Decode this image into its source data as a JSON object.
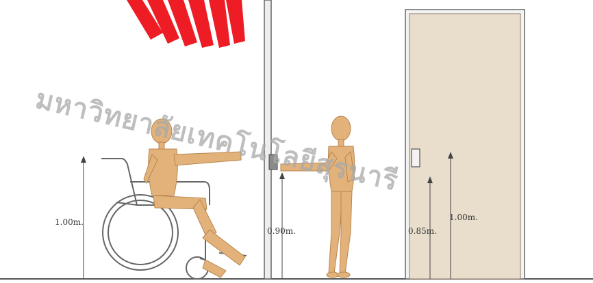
{
  "watermark": {
    "text": "มหาวิทยาลัยเทคโนโลยีสุรนารี",
    "color": "#a9a9a9",
    "logo_color": "#ee1c25"
  },
  "colors": {
    "wood": "#e2b27a",
    "door": "#e9ddcc",
    "line": "#555555"
  },
  "dimensions": [
    {
      "id": "wheelchair-reach",
      "label": "1.00m."
    },
    {
      "id": "handle-height-open",
      "label": "0.90m."
    },
    {
      "id": "handle-height-low",
      "label": "0.85m."
    },
    {
      "id": "handle-height-high",
      "label": "1.00m."
    }
  ]
}
